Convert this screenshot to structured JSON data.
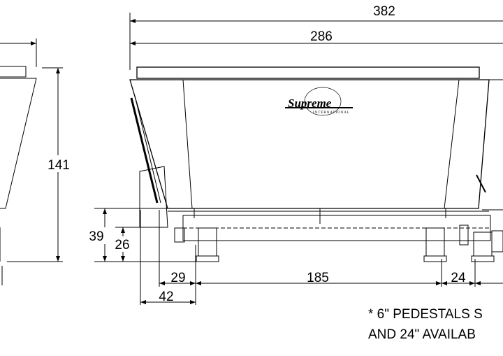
{
  "dimensions": {
    "overall_width": "382",
    "body_width": "286",
    "height": "141",
    "frame_height": "39",
    "door_height": "26",
    "door_offset": "29",
    "door_to_pedestal": "42",
    "pedestal_span": "185",
    "pedestal_offset": "24"
  },
  "logo": {
    "brand": "Supreme",
    "sub": "INTERNATIONAL"
  },
  "notes": [
    "* 6\" PEDESTALS S",
    "AND 24\" AVAILAB"
  ],
  "colors": {
    "line": "#000000",
    "background": "#ffffff"
  }
}
